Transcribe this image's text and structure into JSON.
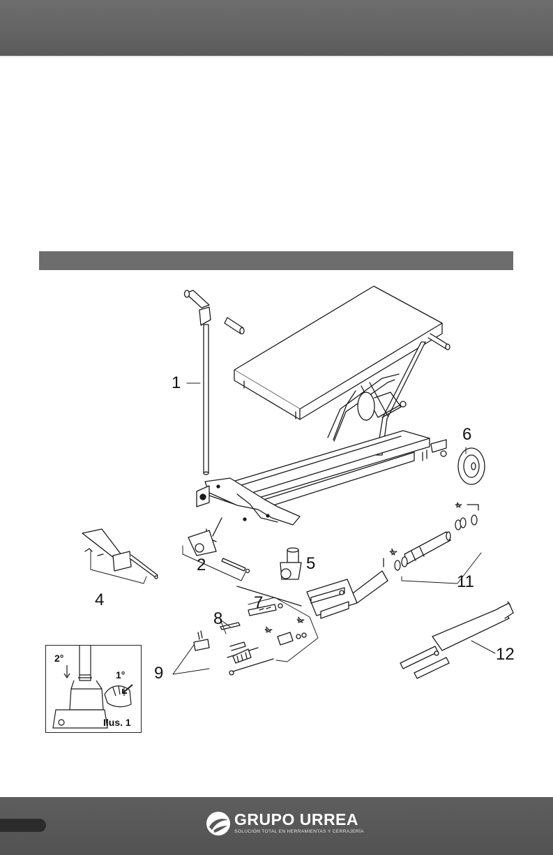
{
  "callouts": [
    {
      "id": "1",
      "text": "1"
    },
    {
      "id": "2",
      "text": "2"
    },
    {
      "id": "4",
      "text": "4"
    },
    {
      "id": "5",
      "text": "5"
    },
    {
      "id": "6",
      "text": "6"
    },
    {
      "id": "7",
      "text": "7"
    },
    {
      "id": "8",
      "text": "8"
    },
    {
      "id": "9",
      "text": "9"
    },
    {
      "id": "11",
      "text": "11"
    },
    {
      "id": "12",
      "text": "12"
    }
  ],
  "inset": {
    "step_second": "2°",
    "step_first": "1°",
    "caption": "Ilus. 1"
  },
  "footer": {
    "brand_name": "GRUPO URREA",
    "brand_tagline": "SOLUCIÓN TOTAL EN HERRAMIENTAS Y CERRAJERÍA"
  },
  "colors": {
    "header_bar": "#656565",
    "section_bar": "#6d6d6d",
    "footer_bar": "#585858",
    "line_art": "#1a1a1a"
  }
}
